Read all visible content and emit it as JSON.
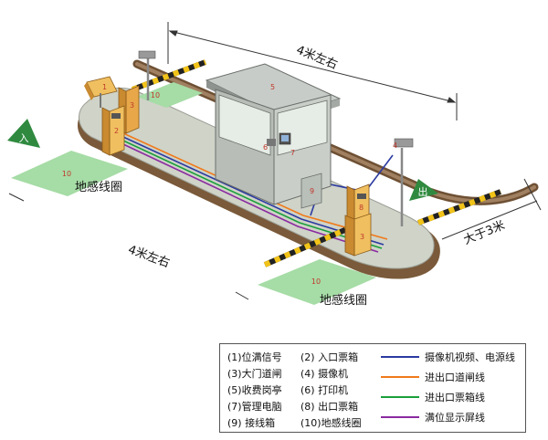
{
  "labels": {
    "top_distance": "4米左右",
    "left_distance": "4米左右",
    "right_distance": "大于3米",
    "loop_left": "地感线圈",
    "loop_bottom": "地感线圈",
    "entry_sign": "入",
    "exit_sign": "出",
    "num_booth": "5",
    "num_loop_left": "10",
    "num_loop_bottom": "10",
    "num_loop_top": "10",
    "num_left_gate": "3",
    "num_left_box": "2",
    "num_left_signal": "1",
    "num_right_box": "8",
    "num_right_gate": "3",
    "num_right_cam": "4",
    "num_printer": "6",
    "num_pc": "7",
    "num_junction": "9"
  },
  "legend": {
    "items": [
      "(1)位满信号",
      "(2) 入口票箱",
      "(3)大门道闸",
      "(4)  摄像机",
      "(5)收费岗亭",
      "(6)  打印机",
      "(7)管理电脑",
      "(8) 出口票箱",
      "(9)  接线箱",
      "(10)地感线圈"
    ],
    "lines": [
      {
        "label": "摄像机视频、电源线",
        "color": "#2b3aa0"
      },
      {
        "label": "进出口道闸线",
        "color": "#f07a1a"
      },
      {
        "label": "进出口票箱线",
        "color": "#1aa03a"
      },
      {
        "label": "满位显示屏线",
        "color": "#8a2aa0"
      }
    ]
  },
  "colors": {
    "island": "#cfd3c8",
    "road_edge": "#7a5a3a",
    "loop": "#a6dca6",
    "booth": "#b5bab5",
    "box": "#f0c060",
    "sign_green": "#2f8a3f"
  }
}
